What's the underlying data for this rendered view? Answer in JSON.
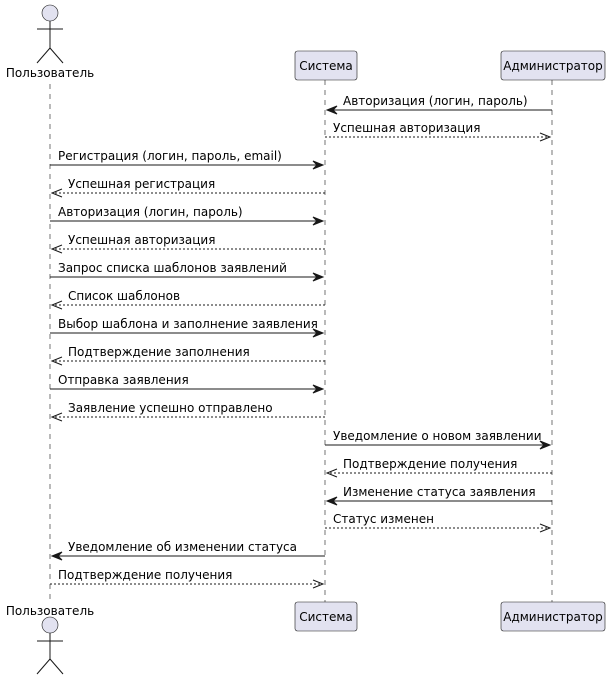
{
  "participants": {
    "user": {
      "label": "Пользователь",
      "kind": "actor"
    },
    "system": {
      "label": "Система",
      "kind": "participant"
    },
    "admin": {
      "label": "Администратор",
      "kind": "participant"
    }
  },
  "colors": {
    "participant_fill": "#E2E2F0",
    "stroke": "#181818",
    "text": "#000000"
  },
  "messages": [
    {
      "from": "admin",
      "to": "system",
      "text": "Авторизация (логин, пароль)",
      "style": "solid"
    },
    {
      "from": "system",
      "to": "admin",
      "text": "Успешная авторизация",
      "style": "dashed"
    },
    {
      "from": "user",
      "to": "system",
      "text": "Регистрация (логин, пароль, email)",
      "style": "solid"
    },
    {
      "from": "system",
      "to": "user",
      "text": "Успешная регистрация",
      "style": "dashed"
    },
    {
      "from": "user",
      "to": "system",
      "text": "Авторизация (логин, пароль)",
      "style": "solid"
    },
    {
      "from": "system",
      "to": "user",
      "text": "Успешная авторизация",
      "style": "dashed"
    },
    {
      "from": "user",
      "to": "system",
      "text": "Запрос списка шаблонов заявлений",
      "style": "solid"
    },
    {
      "from": "system",
      "to": "user",
      "text": "Список шаблонов",
      "style": "dashed"
    },
    {
      "from": "user",
      "to": "system",
      "text": "Выбор шаблона и заполнение заявления",
      "style": "solid"
    },
    {
      "from": "system",
      "to": "user",
      "text": "Подтверждение заполнения",
      "style": "dashed"
    },
    {
      "from": "user",
      "to": "system",
      "text": "Отправка заявления",
      "style": "solid"
    },
    {
      "from": "system",
      "to": "user",
      "text": "Заявление успешно отправлено",
      "style": "dashed"
    },
    {
      "from": "system",
      "to": "admin",
      "text": "Уведомление о новом заявлении",
      "style": "solid"
    },
    {
      "from": "admin",
      "to": "system",
      "text": "Подтверждение получения",
      "style": "dashed"
    },
    {
      "from": "admin",
      "to": "system",
      "text": "Изменение статуса заявления",
      "style": "solid"
    },
    {
      "from": "system",
      "to": "admin",
      "text": "Статус изменен",
      "style": "dashed"
    },
    {
      "from": "system",
      "to": "user",
      "text": "Уведомление об изменении статуса",
      "style": "solid"
    },
    {
      "from": "user",
      "to": "system",
      "text": "Подтверждение получения",
      "style": "dashed"
    }
  ]
}
